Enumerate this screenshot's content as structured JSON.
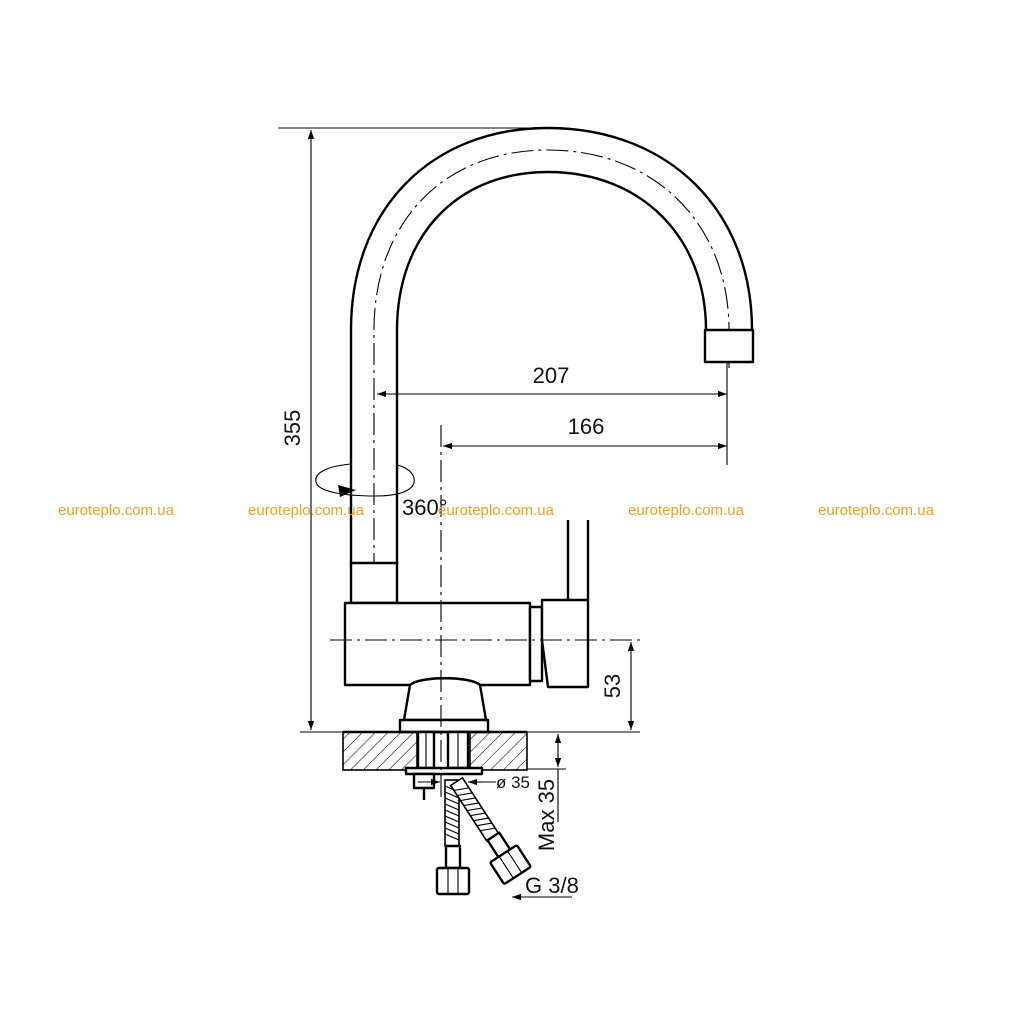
{
  "dimensions": {
    "total_height": "355",
    "spout_reach": "207",
    "axis_to_outlet": "166",
    "rotation": "360°",
    "body_height": "53",
    "mounting_hole": "ø 35",
    "max_thickness": "Max 35",
    "connection_thread": "G 3/8"
  },
  "watermarks": [
    "euroteplo.com.ua",
    "euroteplo.com.ua",
    "euroteplo.com.ua",
    "euroteplo.com.ua",
    "euroteplo.com.ua"
  ],
  "colors": {
    "watermark": "#f0a020",
    "line": "#000000",
    "background": "#ffffff"
  }
}
